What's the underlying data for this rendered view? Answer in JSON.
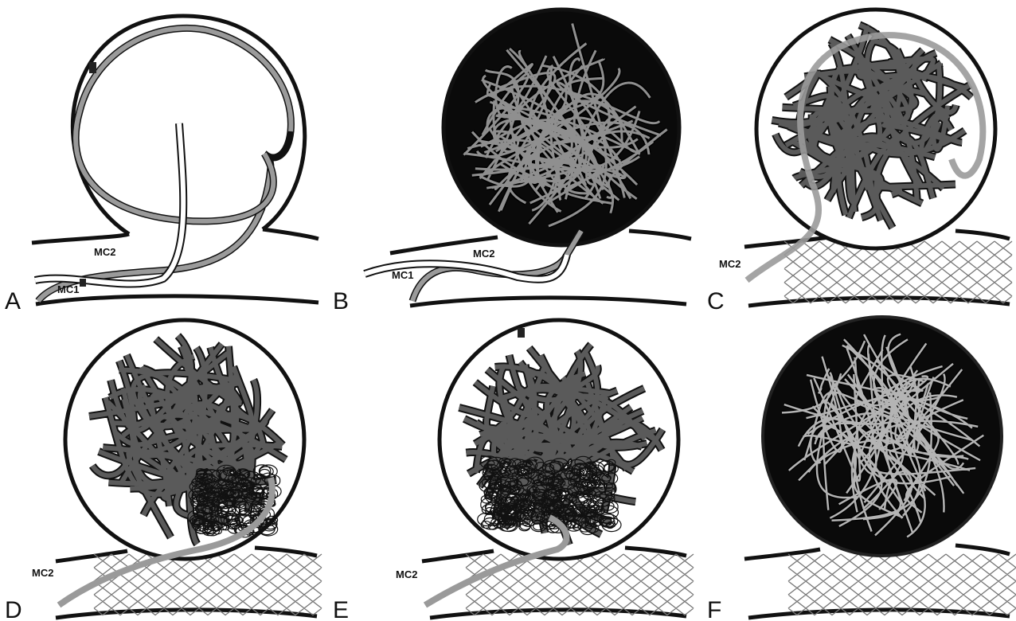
{
  "figure": {
    "panels": [
      {
        "id": "A",
        "letter": "A",
        "labels": [
          "MC2",
          "MC1"
        ],
        "state": "empty"
      },
      {
        "id": "B",
        "letter": "B",
        "labels": [
          "MC1",
          "MC2"
        ],
        "state": "dense"
      },
      {
        "id": "C",
        "letter": "C",
        "labels": [
          "MC2"
        ],
        "state": "coiled"
      },
      {
        "id": "D",
        "letter": "D",
        "labels": [
          "MC2"
        ],
        "state": "coiled-small-mass"
      },
      {
        "id": "E",
        "letter": "E",
        "labels": [
          "MC2"
        ],
        "state": "coiled-large-mass"
      },
      {
        "id": "F",
        "letter": "F",
        "labels": [],
        "state": "packed"
      }
    ]
  },
  "colors": {
    "vessel_wall": "#111111",
    "catheter_gray": "#9a9a9a",
    "catheter_white": "#ffffff",
    "coil_dark": "#5a5a5a",
    "coil_light": "#b4b4b4",
    "stent": "#777777",
    "aneurysm_fill_dense": "#0a0a0a"
  }
}
